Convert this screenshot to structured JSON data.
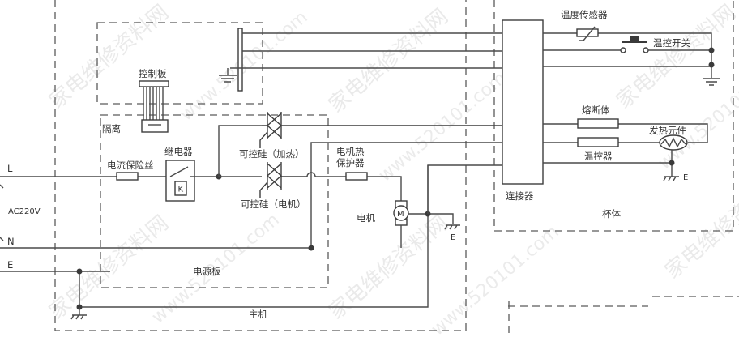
{
  "diagram": {
    "type": "circuit-schematic",
    "colors": {
      "wire": "#4a4a4a",
      "dashed_boundary": "#5a5a5a",
      "text": "#333333",
      "background": "#ffffff",
      "watermark": "#d9d9d9"
    },
    "mains": {
      "line_label": "L",
      "neutral_label": "N",
      "earth_label": "E",
      "voltage_label": "AC220V"
    },
    "regions": {
      "control_board": "控制板",
      "isolation": "隔离",
      "power_board": "电源板",
      "main_unit": "主机",
      "cup_body": "杯体"
    },
    "components": {
      "current_fuse": "电流保险丝",
      "relay": "继电器",
      "relay_coil": "K",
      "triac_heating": "可控硅（加热）",
      "triac_motor": "可控硅（电机）",
      "motor_protector_line1": "电机热",
      "motor_protector_line2": "保护器",
      "motor": "电机",
      "motor_symbol": "M",
      "motor_earth": "E",
      "connector": "连接器",
      "temp_sensor": "温度传感器",
      "temp_switch": "温控开关",
      "thermal_fuse": "熔断体",
      "thermostat": "温控器",
      "heating_element": "发热元件",
      "heater_earth": "E"
    },
    "watermarks": {
      "site_name": "家电维修资料网",
      "site_url": "www.520101.com"
    }
  }
}
